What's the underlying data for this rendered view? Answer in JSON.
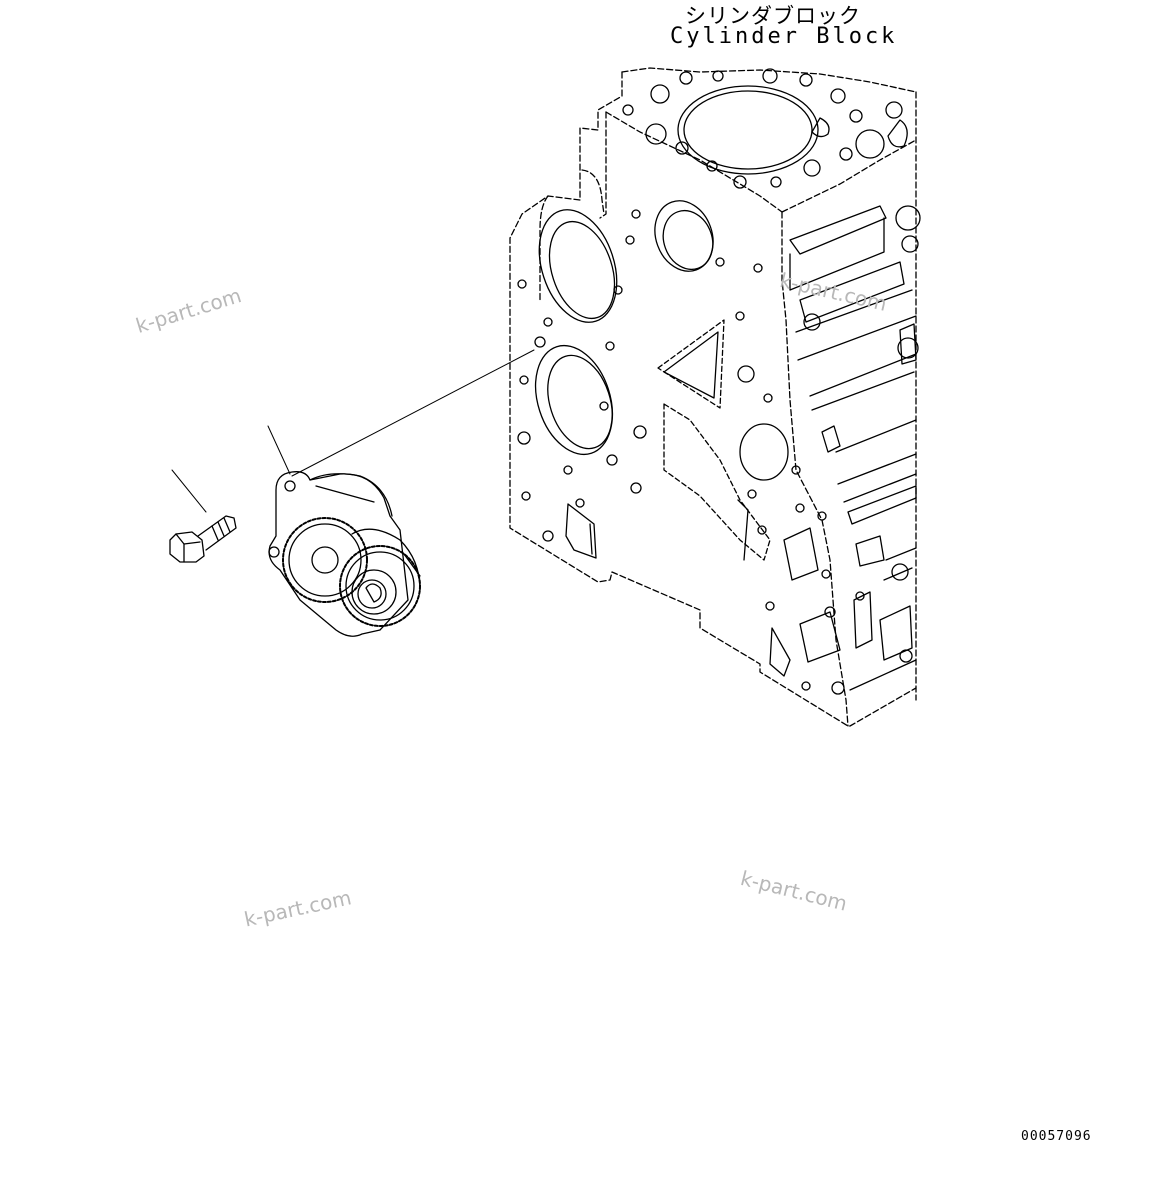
{
  "labels": {
    "cylinder_block_jp": "シリンダブロック",
    "cylinder_block_en": "Cylinder Block",
    "drawing_number": "00057096"
  },
  "watermarks": [
    "k-part.com",
    "k-part.com",
    "k-part.com",
    "k-part.com"
  ],
  "colors": {
    "line": "#000000",
    "background": "#ffffff",
    "watermark": "#b8b8b8"
  }
}
